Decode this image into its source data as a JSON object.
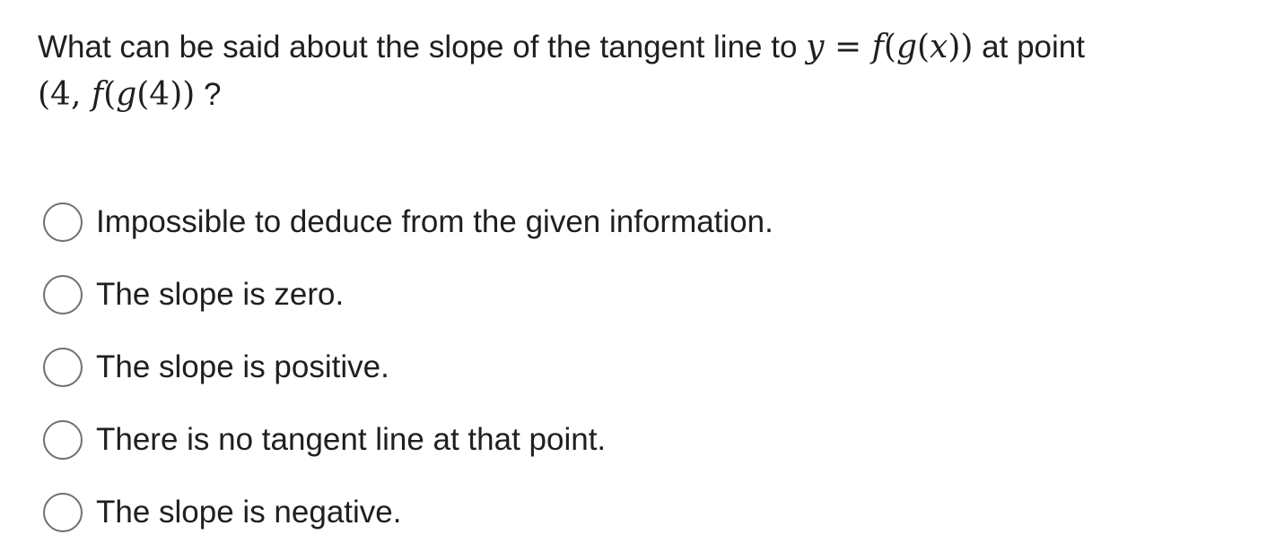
{
  "question": {
    "prefix": "What can be said about the slope of the tangent line to",
    "math_y": "y",
    "math_equals": " = ",
    "math_f": "f",
    "math_open1": "(",
    "math_g": "g",
    "math_open2": "(",
    "math_x": "x",
    "math_close2": "))",
    "suffix": " at point",
    "point_open": "(4, ",
    "point_f": "f",
    "point_mid": "(",
    "point_g": "g",
    "point_arg": "(4))",
    "question_mark": " ?"
  },
  "answers": [
    "Impossible to deduce from the given information.",
    "The slope is zero.",
    "The slope is positive.",
    "There is no tangent line at that point.",
    "The slope is negative."
  ]
}
